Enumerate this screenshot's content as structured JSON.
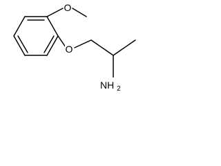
{
  "molecule": {
    "atoms": {
      "methoxy_oxygen": "O",
      "ether_oxygen": "O",
      "amine": "NH",
      "amine_subscript": "2"
    }
  }
}
